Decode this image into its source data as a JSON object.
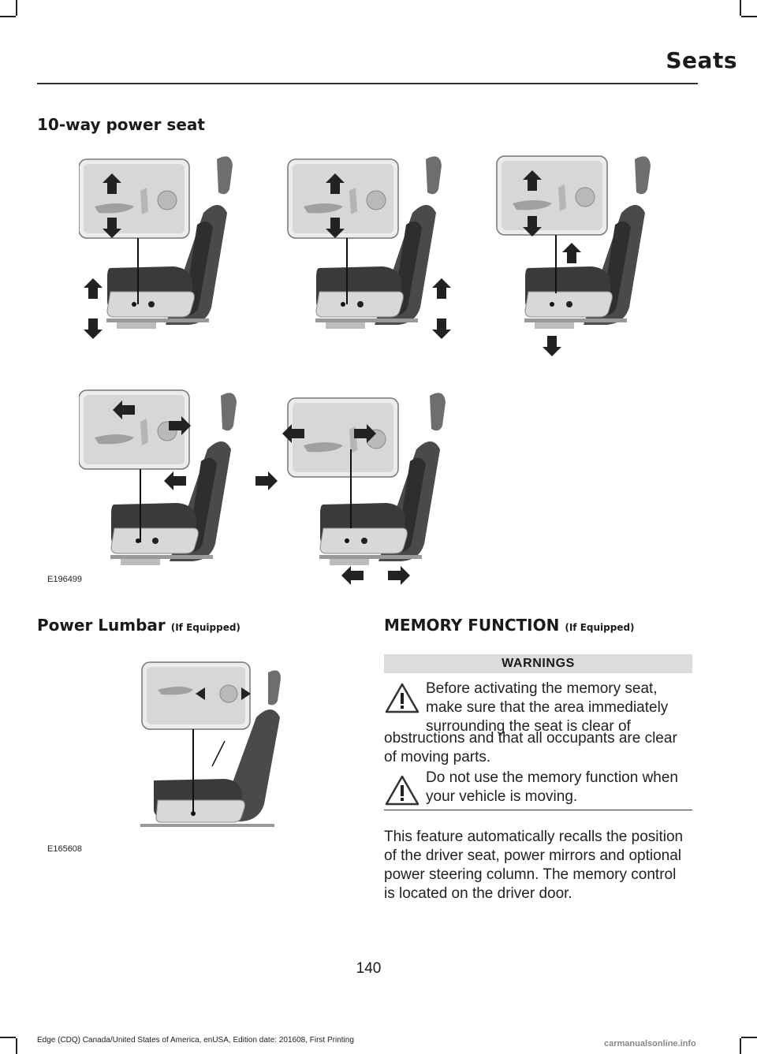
{
  "header": {
    "title": "Seats"
  },
  "section_power_seat": {
    "title": "10-way power seat",
    "figure_id": "E196499"
  },
  "section_lumbar": {
    "title": "Power Lumbar",
    "suffix": "(If Equipped)",
    "figure_id": "E165608"
  },
  "section_memory": {
    "title": "MEMORY FUNCTION",
    "suffix": "(If Equipped)",
    "warnings_heading": "WARNINGS",
    "warning_1_lead": "Before activating the memory seat, make sure that the area immediately surrounding the seat is clear of",
    "warning_1_rest": "obstructions and that all occupants are clear of moving parts.",
    "warning_2": "Do not use the memory function when your vehicle is moving.",
    "body": "This feature automatically recalls the position of the driver seat, power mirrors and optional power steering column. The memory control is located on the driver door."
  },
  "page_number": "140",
  "footer": "Edge (CDQ) Canada/United States of America, enUSA, Edition date: 201608, First Printing",
  "watermark": "carmanualsonline.info"
}
